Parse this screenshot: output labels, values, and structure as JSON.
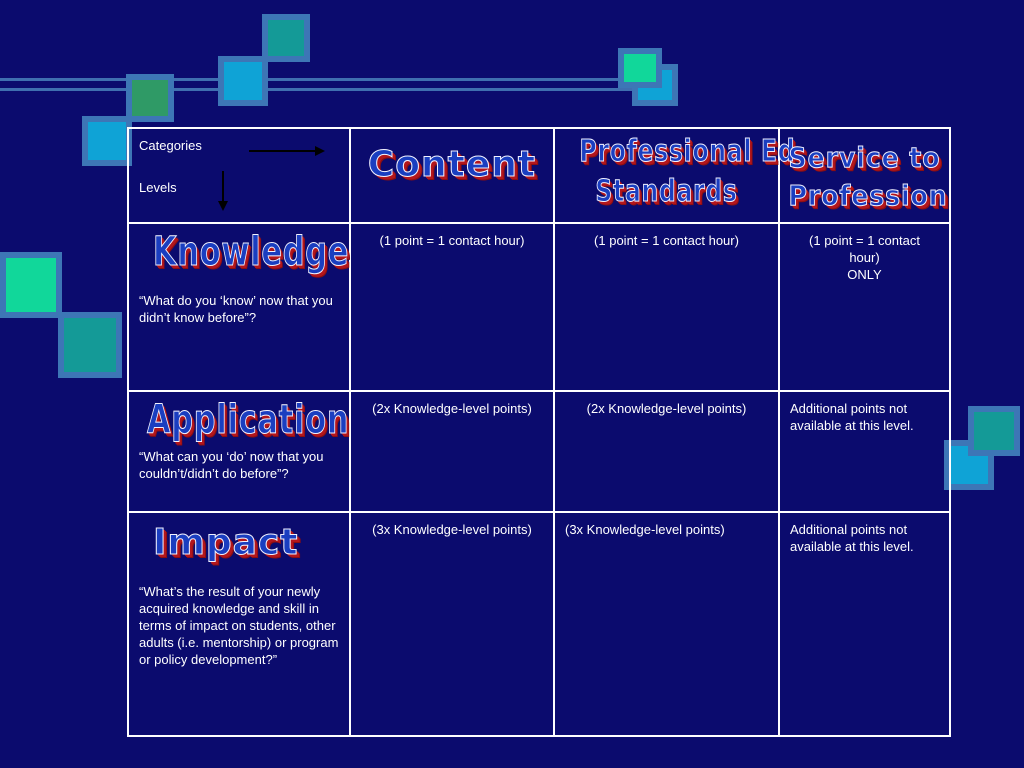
{
  "header": {
    "categories_label": "Categories",
    "levels_label": "Levels"
  },
  "columns": [
    {
      "title": "Content"
    },
    {
      "title_line1": "Professional Ed",
      "title_line2": "Standards"
    },
    {
      "title_line1": "Service to",
      "title_line2": "Profession"
    }
  ],
  "rows": [
    {
      "title": "Knowledge",
      "question": "“What do you ‘know’ now that you didn’t know before”?",
      "content": "(1 point = 1 contact hour)",
      "standards": "(1 point = 1 contact hour)",
      "service_line1": "(1 point = 1 contact hour)",
      "service_line2": "ONLY"
    },
    {
      "title": "Application",
      "question": "“What can you ‘do’ now that you couldn’t/didn’t do before”?",
      "content": "(2x Knowledge-level points)",
      "standards": "(2x Knowledge-level points)",
      "service": "Additional points not available at this level."
    },
    {
      "title": "Impact",
      "question": "“What’s the result of your newly acquired knowledge and skill in terms of impact on students, other adults (i.e. mentorship) or program or policy development?”",
      "content": "(3x Knowledge-level points)",
      "standards": "(3x Knowledge-level points)",
      "service": "Additional points not available at this level."
    }
  ],
  "colors": {
    "background": "#0b0b6e",
    "wordart_fill": "#1a3ec0",
    "wordart_shadow": "#b3161c"
  }
}
